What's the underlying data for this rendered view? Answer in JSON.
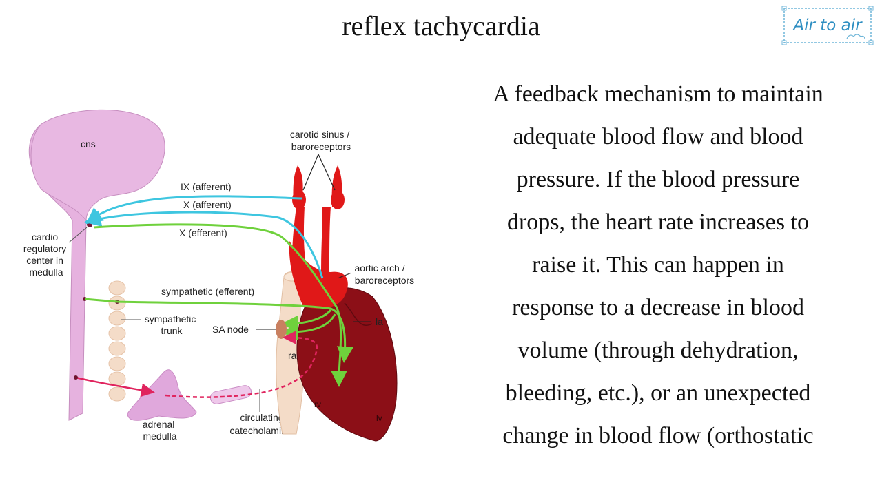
{
  "title": "reflex tachycardia",
  "logo": {
    "text": "Air to air"
  },
  "description_lines": [
    "A feedback mechanism to maintain",
    "adequate blood flow and blood",
    "pressure. If the blood pressure",
    "drops, the heart rate increases to",
    "raise it. This can happen in",
    "response to a decrease in blood",
    "volume (through dehydration,",
    "bleeding, etc.), or an unexpected",
    "change in blood flow (orthostatic"
  ],
  "diagram": {
    "cns": "cns",
    "cardio_center": [
      "cardio",
      "regulatory",
      "center in",
      "medulla"
    ],
    "carotid": [
      "carotid sinus /",
      "baroreceptors"
    ],
    "ix_afferent": "IX (afferent)",
    "x_afferent": "X (afferent)",
    "x_efferent": "X (efferent)",
    "aortic": [
      "aortic arch /",
      "baroreceptors"
    ],
    "sympathetic_efferent": "sympathetic (efferent)",
    "sympathetic_trunk": [
      "sympathetic",
      "trunk"
    ],
    "sa_node": "SA node",
    "la": "la",
    "ra": "ra",
    "rv": "rv",
    "lv": "lv",
    "adrenal": [
      "adrenal",
      "medulla"
    ],
    "catecholamines": [
      "circulating",
      "catecholamines"
    ],
    "colors": {
      "afferent": "#3ec6e0",
      "efferent": "#6fd13c",
      "vessel": "#e01818",
      "heart": "#8c0f17",
      "cns": "#e6b2df"
    }
  }
}
